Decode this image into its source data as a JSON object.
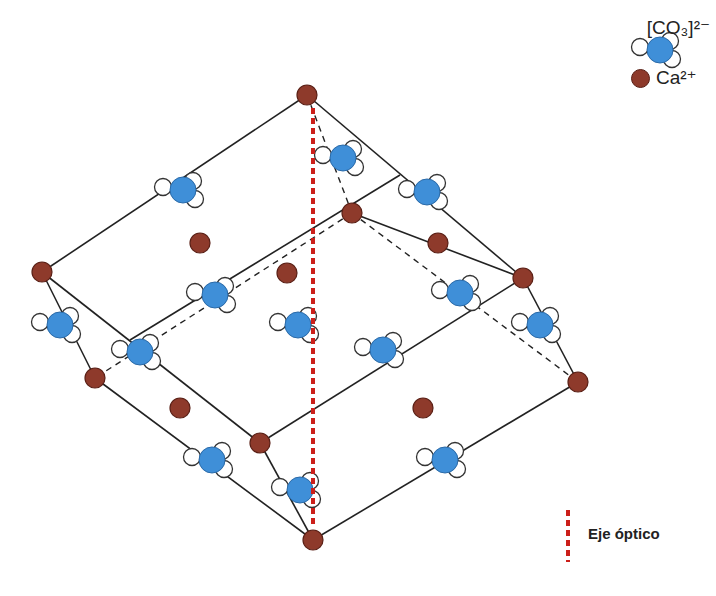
{
  "diagram": {
    "legend": [
      {
        "text": "[CO₃]²⁻"
      },
      {
        "text": "Ca²⁺",
        "color": "#8e3a2b"
      },
      {
        "text": "Eje óptico"
      }
    ]
  }
}
